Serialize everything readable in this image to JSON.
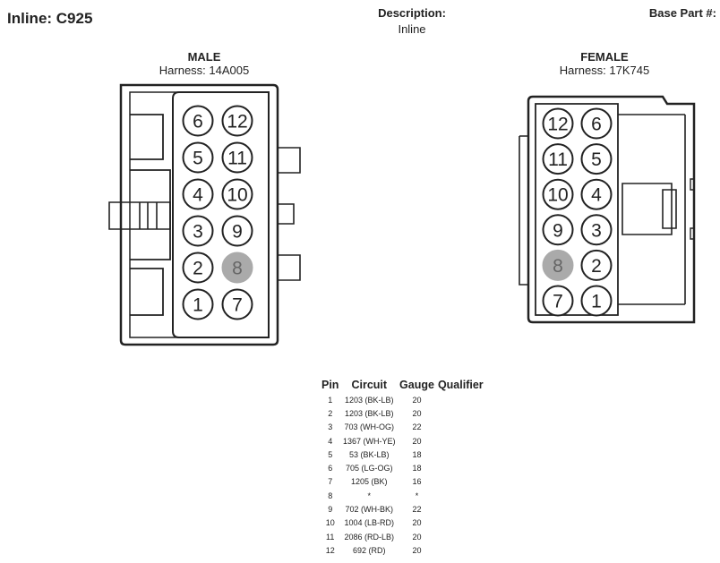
{
  "header": {
    "title": "Inline: C925",
    "description_label": "Description:",
    "description_value": "Inline",
    "base_part_label": "Base Part #:"
  },
  "male": {
    "label": "MALE",
    "harness": "Harness: 14A005",
    "pins": [
      {
        "left": "6",
        "right": "12"
      },
      {
        "left": "5",
        "right": "11"
      },
      {
        "left": "4",
        "right": "10"
      },
      {
        "left": "3",
        "right": "9"
      },
      {
        "left": "2",
        "right": "8"
      },
      {
        "left": "1",
        "right": "7"
      }
    ],
    "unused_pin": "8"
  },
  "female": {
    "label": "FEMALE",
    "harness": "Harness: 17K745",
    "pins": [
      {
        "left": "12",
        "right": "6"
      },
      {
        "left": "11",
        "right": "5"
      },
      {
        "left": "10",
        "right": "4"
      },
      {
        "left": "9",
        "right": "3"
      },
      {
        "left": "8",
        "right": "2"
      },
      {
        "left": "7",
        "right": "1"
      }
    ],
    "unused_pin": "8"
  },
  "table": {
    "headers": [
      "Pin",
      "Circuit",
      "Gauge",
      "Qualifier"
    ],
    "rows": [
      [
        "1",
        "1203 (BK-LB)",
        "20",
        ""
      ],
      [
        "2",
        "1203 (BK-LB)",
        "20",
        ""
      ],
      [
        "3",
        "703 (WH-OG)",
        "22",
        ""
      ],
      [
        "4",
        "1367 (WH-YE)",
        "20",
        ""
      ],
      [
        "5",
        "53 (BK-LB)",
        "18",
        ""
      ],
      [
        "6",
        "705 (LG-OG)",
        "18",
        ""
      ],
      [
        "7",
        "1205 (BK)",
        "16",
        ""
      ],
      [
        "8",
        "*",
        "*",
        ""
      ],
      [
        "9",
        "702 (WH-BK)",
        "22",
        ""
      ],
      [
        "10",
        "1004 (LB-RD)",
        "20",
        ""
      ],
      [
        "11",
        "2086 (RD-LB)",
        "20",
        ""
      ],
      [
        "12",
        "692 (RD)",
        "20",
        ""
      ]
    ]
  },
  "colors": {
    "line": "#222222",
    "unused_fill": "#aaaaaa",
    "unused_text": "#666666"
  }
}
